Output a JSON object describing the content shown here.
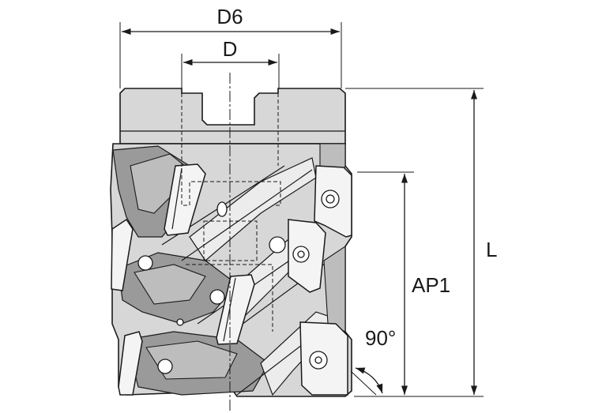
{
  "drawing": {
    "labels": {
      "outer_diameter": "D6",
      "cutting_diameter": "D",
      "overall_length": "L",
      "max_cutting_depth": "AP1",
      "entering_angle": "90°"
    },
    "colors": {
      "line": "#1a1a1a",
      "body": "#d7d7d7",
      "shade": "#9a9a9a",
      "insert": "#f4f4f4"
    }
  }
}
